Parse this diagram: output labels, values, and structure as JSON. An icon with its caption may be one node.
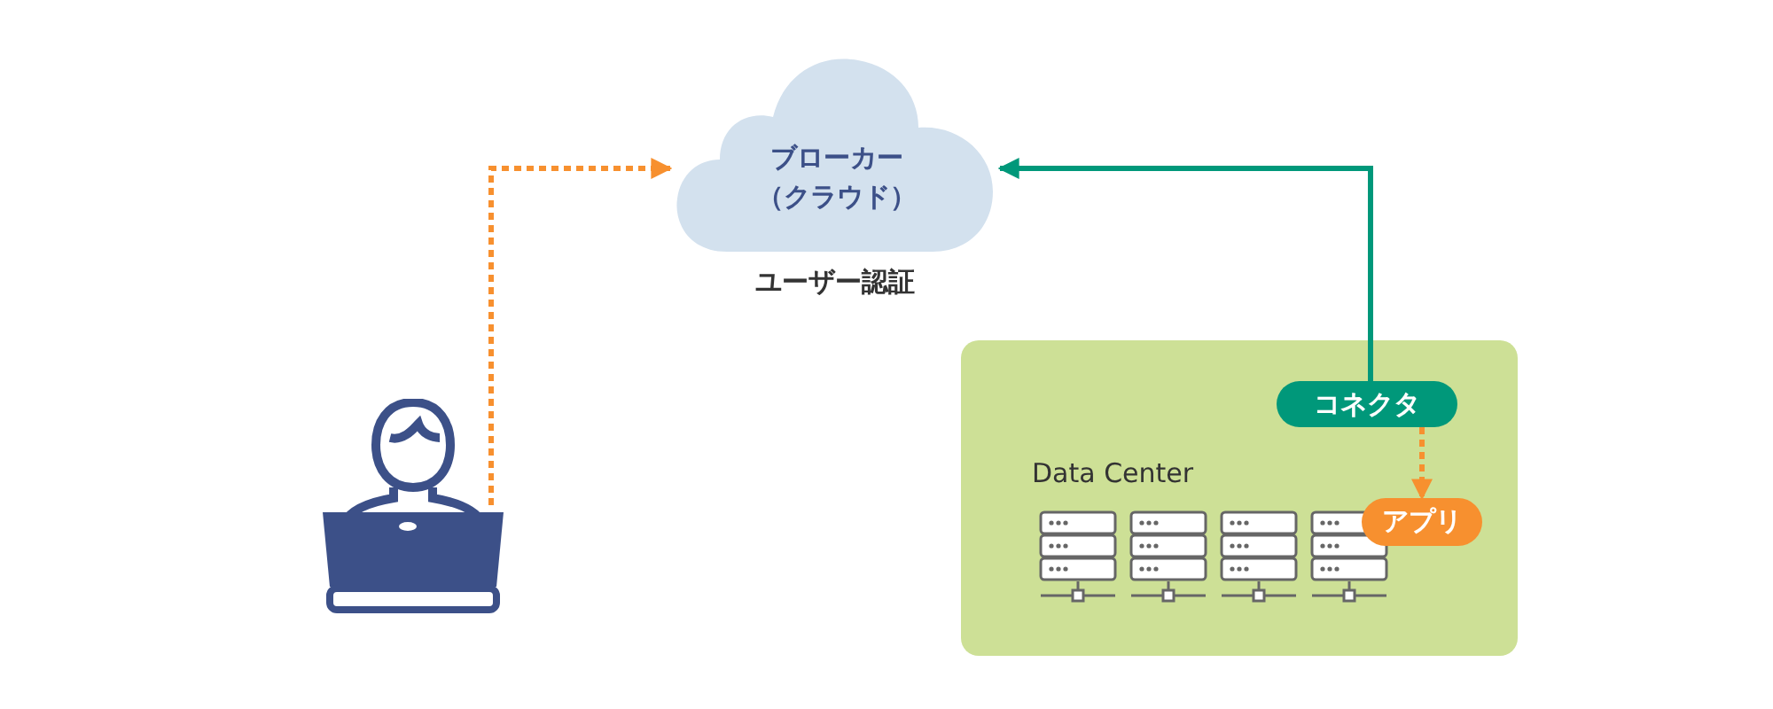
{
  "diagram": {
    "nodes": [
      {
        "text": [
          "ブローカー（クラウド）"
        ],
        "beside": [
          "ユーザー認証"
        ]
      },
      {
        "text": [],
        "shape": "person"
      },
      {
        "text": [
          "Data Center"
        ]
      },
      {
        "text": [
          "コネクタ"
        ],
        "in": 2
      },
      {
        "text": [
          "アプリ"
        ],
        "in": 2
      }
    ],
    "edges": [
      {
        "from": 1,
        "to": 0,
        "arrow": "to",
        "style": "dashed"
      },
      {
        "from": 3,
        "to": 0,
        "arrow": "to",
        "color": "#00987a"
      },
      {
        "from": 3,
        "to": 4,
        "arrow": "to",
        "style": "dashed"
      }
    ]
  }
}
